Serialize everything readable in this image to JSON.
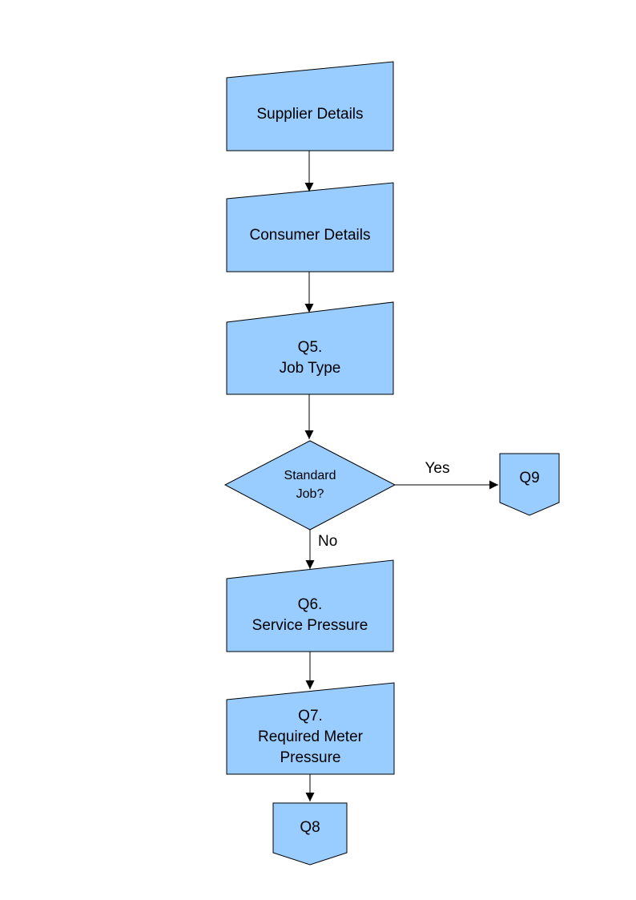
{
  "colors": {
    "node_fill": "#99CCFF",
    "node_border": "#000000",
    "edge": "#000000",
    "text": "#000000",
    "background": "#FFFFFF"
  },
  "nodes": {
    "supplier": {
      "label": "Supplier Details",
      "shape": "slanted-process-box"
    },
    "consumer": {
      "label": "Consumer Details",
      "shape": "slanted-process-box"
    },
    "q5": {
      "label": "Q5.\nJob Type",
      "shape": "slanted-process-box"
    },
    "decision": {
      "label": "Standard\nJob?",
      "shape": "decision-diamond"
    },
    "q9": {
      "label": "Q9",
      "shape": "off-page-connector"
    },
    "q6": {
      "label": "Q6.\nService Pressure",
      "shape": "slanted-process-box"
    },
    "q7": {
      "label": "Q7.\nRequired Meter\nPressure",
      "shape": "slanted-process-box"
    },
    "q8": {
      "label": "Q8",
      "shape": "off-page-connector"
    }
  },
  "connections": [
    {
      "from": "supplier",
      "to": "consumer",
      "label": ""
    },
    {
      "from": "consumer",
      "to": "q5",
      "label": ""
    },
    {
      "from": "q5",
      "to": "decision",
      "label": ""
    },
    {
      "from": "decision",
      "to": "q9",
      "label": "Yes"
    },
    {
      "from": "decision",
      "to": "q6",
      "label": "No"
    },
    {
      "from": "q6",
      "to": "q7",
      "label": ""
    },
    {
      "from": "q7",
      "to": "q8",
      "label": ""
    }
  ]
}
